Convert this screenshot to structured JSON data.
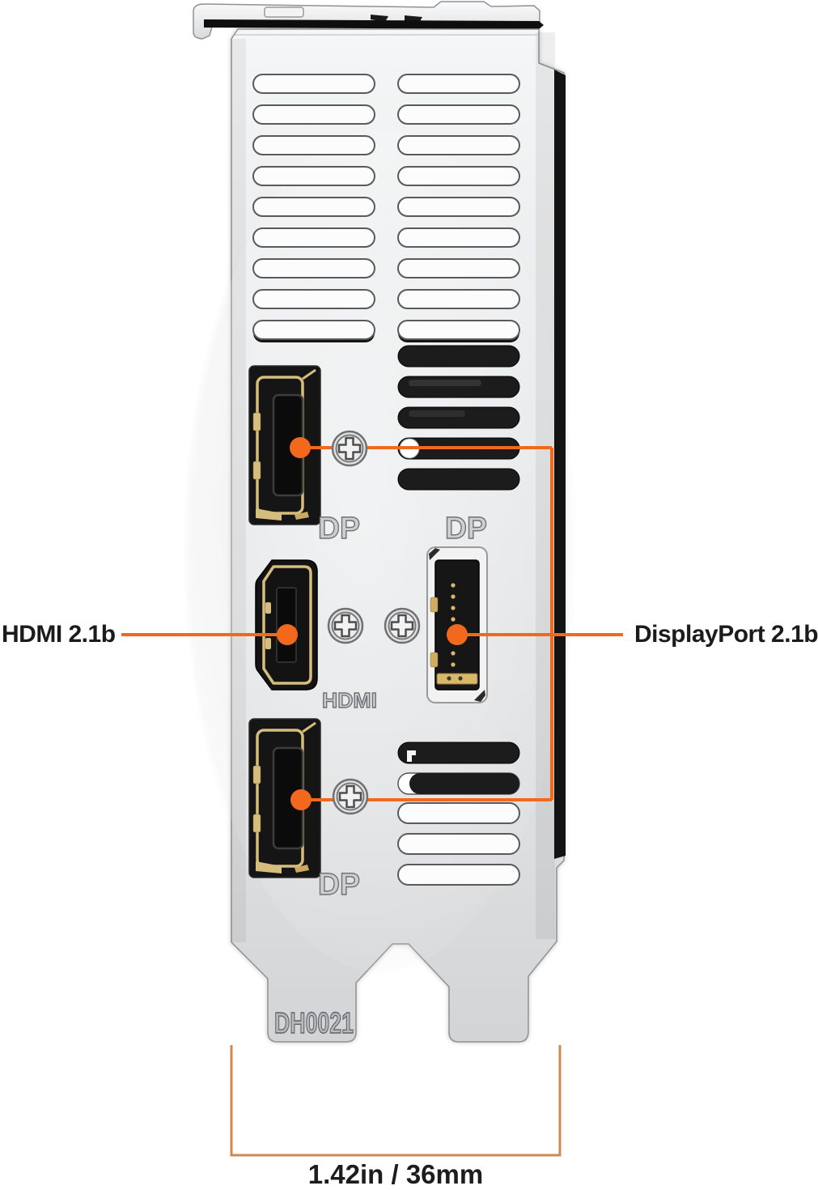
{
  "diagram": {
    "device": "graphics-card-io-bracket",
    "callouts": {
      "hdmi": "HDMI 2.1b",
      "displayport": "DisplayPort 2.1b",
      "dimension": "1.42in / 36mm"
    },
    "bracket": {
      "engraving": "DH0021",
      "port_labels": {
        "dp_top": "DP",
        "dp_middle": "DP",
        "hdmi": "HDMI",
        "dp_bottom": "DP"
      }
    },
    "colors": {
      "callout_orange": "#F2691D",
      "dimension_orange": "#CC8A52",
      "metal": "#E4E6E8",
      "edge_black": "#131313",
      "gold": "#D6BD7E"
    }
  }
}
